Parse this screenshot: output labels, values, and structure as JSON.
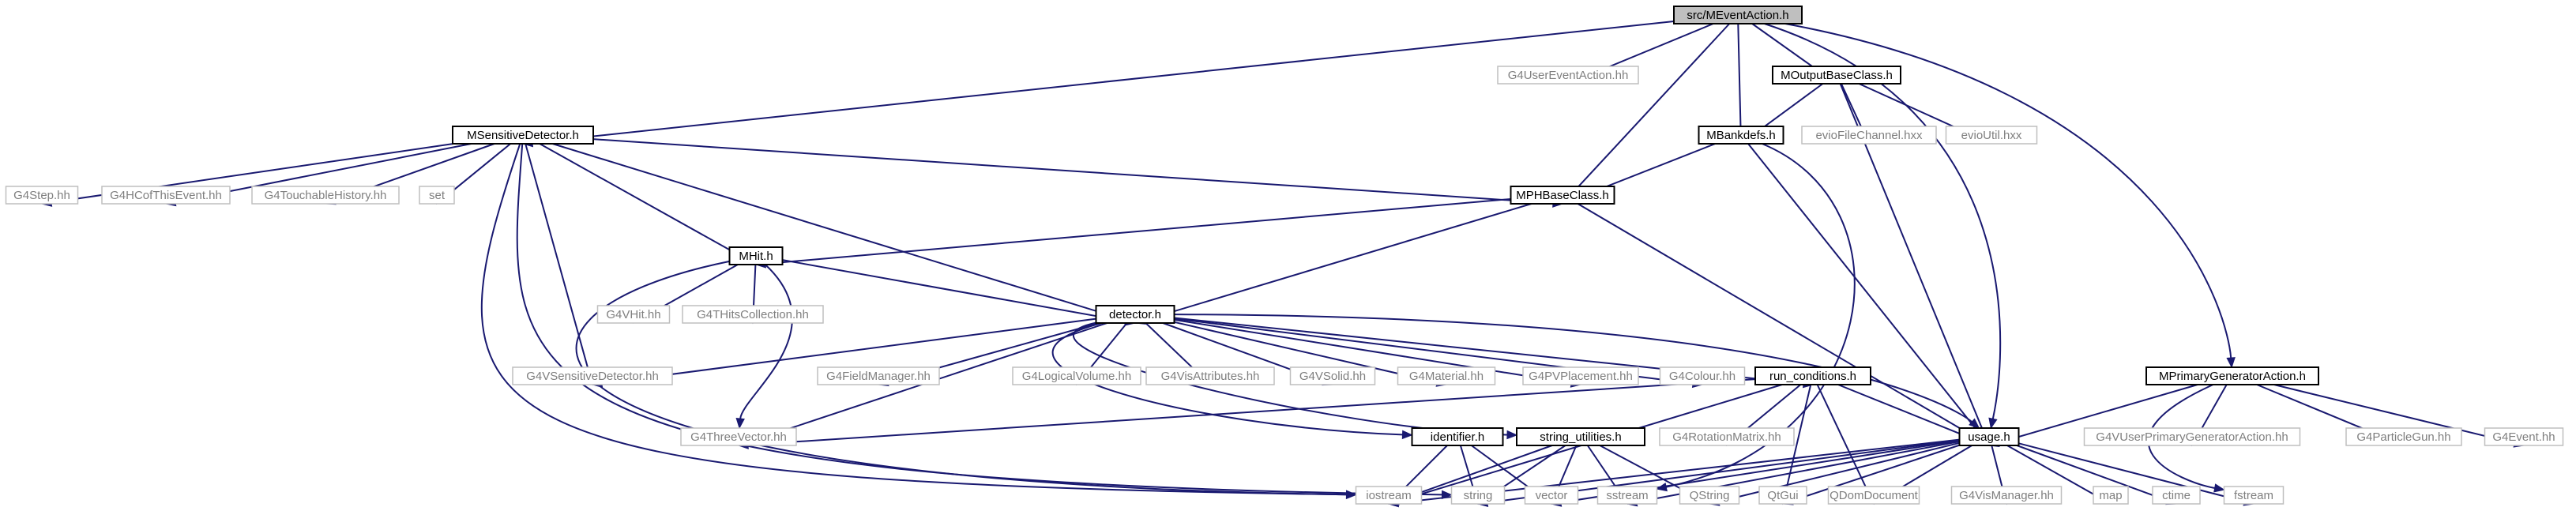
{
  "diagram": {
    "type": "include-dependency-graph",
    "colors": {
      "edge": "#191970",
      "root_fill": "#bfbfbf",
      "documented_border": "#000000",
      "external_border": "#bfbfbf",
      "external_text": "#7f7f7f"
    },
    "nodes": [
      {
        "id": "MEventAction",
        "label": "src/MEventAction.h",
        "kind": "root"
      },
      {
        "id": "G4UserEventAction",
        "label": "G4UserEventAction.hh",
        "kind": "ext"
      },
      {
        "id": "MOutputBaseClass",
        "label": "MOutputBaseClass.h",
        "kind": "doc"
      },
      {
        "id": "MSensitiveDetector",
        "label": "MSensitiveDetector.h",
        "kind": "doc"
      },
      {
        "id": "MBankdefs",
        "label": "MBankdefs.h",
        "kind": "doc"
      },
      {
        "id": "evioFileChannel",
        "label": "evioFileChannel.hxx",
        "kind": "ext"
      },
      {
        "id": "evioUtil",
        "label": "evioUtil.hxx",
        "kind": "ext"
      },
      {
        "id": "G4Step",
        "label": "G4Step.hh",
        "kind": "ext"
      },
      {
        "id": "G4HCofThisEvent",
        "label": "G4HCofThisEvent.hh",
        "kind": "ext"
      },
      {
        "id": "G4TouchableHistory",
        "label": "G4TouchableHistory.hh",
        "kind": "ext"
      },
      {
        "id": "set",
        "label": "set",
        "kind": "ext"
      },
      {
        "id": "MPHBaseClass",
        "label": "MPHBaseClass.h",
        "kind": "doc"
      },
      {
        "id": "MHit",
        "label": "MHit.h",
        "kind": "doc"
      },
      {
        "id": "G4VHit",
        "label": "G4VHit.hh",
        "kind": "ext"
      },
      {
        "id": "G4THitsCollection",
        "label": "G4THitsCollection.hh",
        "kind": "ext"
      },
      {
        "id": "detector",
        "label": "detector.h",
        "kind": "doc"
      },
      {
        "id": "G4VSensitiveDetector",
        "label": "G4VSensitiveDetector.hh",
        "kind": "ext"
      },
      {
        "id": "G4FieldManager",
        "label": "G4FieldManager.hh",
        "kind": "ext"
      },
      {
        "id": "G4LogicalVolume",
        "label": "G4LogicalVolume.hh",
        "kind": "ext"
      },
      {
        "id": "G4VisAttributes",
        "label": "G4VisAttributes.hh",
        "kind": "ext"
      },
      {
        "id": "G4VSolid",
        "label": "G4VSolid.hh",
        "kind": "ext"
      },
      {
        "id": "G4Material",
        "label": "G4Material.hh",
        "kind": "ext"
      },
      {
        "id": "G4PVPlacement",
        "label": "G4PVPlacement.hh",
        "kind": "ext"
      },
      {
        "id": "G4Colour",
        "label": "G4Colour.hh",
        "kind": "ext"
      },
      {
        "id": "run_conditions",
        "label": "run_conditions.h",
        "kind": "doc"
      },
      {
        "id": "MPrimaryGeneratorAction",
        "label": "MPrimaryGeneratorAction.h",
        "kind": "doc"
      },
      {
        "id": "G4ThreeVector",
        "label": "G4ThreeVector.hh",
        "kind": "ext"
      },
      {
        "id": "identifier",
        "label": "identifier.h",
        "kind": "doc"
      },
      {
        "id": "string_utilities",
        "label": "string_utilities.h",
        "kind": "doc"
      },
      {
        "id": "G4RotationMatrix",
        "label": "G4RotationMatrix.hh",
        "kind": "ext"
      },
      {
        "id": "usage",
        "label": "usage.h",
        "kind": "doc"
      },
      {
        "id": "G4VUserPrimaryGeneratorAction",
        "label": "G4VUserPrimaryGeneratorAction.hh",
        "kind": "ext"
      },
      {
        "id": "G4ParticleGun",
        "label": "G4ParticleGun.hh",
        "kind": "ext"
      },
      {
        "id": "G4Event",
        "label": "G4Event.hh",
        "kind": "ext"
      },
      {
        "id": "iostream",
        "label": "iostream",
        "kind": "ext"
      },
      {
        "id": "string",
        "label": "string",
        "kind": "ext"
      },
      {
        "id": "vector",
        "label": "vector",
        "kind": "ext"
      },
      {
        "id": "sstream",
        "label": "sstream",
        "kind": "ext"
      },
      {
        "id": "QString",
        "label": "QString",
        "kind": "ext"
      },
      {
        "id": "QtGui",
        "label": "QtGui",
        "kind": "ext"
      },
      {
        "id": "QDomDocument",
        "label": "QDomDocument",
        "kind": "ext"
      },
      {
        "id": "G4VisManager",
        "label": "G4VisManager.hh",
        "kind": "ext"
      },
      {
        "id": "map",
        "label": "map",
        "kind": "ext"
      },
      {
        "id": "ctime",
        "label": "ctime",
        "kind": "ext"
      },
      {
        "id": "fstream",
        "label": "fstream",
        "kind": "ext"
      }
    ],
    "edges": [
      [
        "MEventAction",
        "G4UserEventAction"
      ],
      [
        "MEventAction",
        "MOutputBaseClass"
      ],
      [
        "MEventAction",
        "MSensitiveDetector"
      ],
      [
        "MEventAction",
        "MBankdefs"
      ],
      [
        "MEventAction",
        "MPHBaseClass"
      ],
      [
        "MEventAction",
        "usage"
      ],
      [
        "MEventAction",
        "MPrimaryGeneratorAction"
      ],
      [
        "MOutputBaseClass",
        "MBankdefs"
      ],
      [
        "MOutputBaseClass",
        "evioFileChannel"
      ],
      [
        "MOutputBaseClass",
        "evioUtil"
      ],
      [
        "MOutputBaseClass",
        "usage"
      ],
      [
        "MSensitiveDetector",
        "G4Step"
      ],
      [
        "MSensitiveDetector",
        "G4HCofThisEvent"
      ],
      [
        "MSensitiveDetector",
        "G4TouchableHistory"
      ],
      [
        "MSensitiveDetector",
        "set"
      ],
      [
        "MSensitiveDetector",
        "MPHBaseClass"
      ],
      [
        "MSensitiveDetector",
        "MHit"
      ],
      [
        "MSensitiveDetector",
        "detector"
      ],
      [
        "MSensitiveDetector",
        "G4VSensitiveDetector"
      ],
      [
        "MSensitiveDetector",
        "iostream"
      ],
      [
        "MSensitiveDetector",
        "string"
      ],
      [
        "MBankdefs",
        "MPHBaseClass"
      ],
      [
        "MBankdefs",
        "usage"
      ],
      [
        "MBankdefs",
        "sstream"
      ],
      [
        "MPHBaseClass",
        "MHit"
      ],
      [
        "MPHBaseClass",
        "detector"
      ],
      [
        "MPHBaseClass",
        "usage"
      ],
      [
        "MHit",
        "G4VHit"
      ],
      [
        "MHit",
        "G4THitsCollection"
      ],
      [
        "MHit",
        "detector"
      ],
      [
        "MHit",
        "G4ThreeVector"
      ],
      [
        "MHit",
        "iostream"
      ],
      [
        "detector",
        "G4VSensitiveDetector"
      ],
      [
        "detector",
        "G4FieldManager"
      ],
      [
        "detector",
        "G4LogicalVolume"
      ],
      [
        "detector",
        "G4VisAttributes"
      ],
      [
        "detector",
        "G4VSolid"
      ],
      [
        "detector",
        "G4Material"
      ],
      [
        "detector",
        "G4PVPlacement"
      ],
      [
        "detector",
        "G4Colour"
      ],
      [
        "detector",
        "run_conditions"
      ],
      [
        "detector",
        "usage"
      ],
      [
        "detector",
        "G4ThreeVector"
      ],
      [
        "detector",
        "identifier"
      ],
      [
        "detector",
        "string_utilities"
      ],
      [
        "run_conditions",
        "G4ThreeVector"
      ],
      [
        "run_conditions",
        "G4RotationMatrix"
      ],
      [
        "run_conditions",
        "usage"
      ],
      [
        "run_conditions",
        "iostream"
      ],
      [
        "run_conditions",
        "QtGui"
      ],
      [
        "run_conditions",
        "QDomDocument"
      ],
      [
        "identifier",
        "iostream"
      ],
      [
        "identifier",
        "string"
      ],
      [
        "identifier",
        "vector"
      ],
      [
        "string_utilities",
        "iostream"
      ],
      [
        "string_utilities",
        "string"
      ],
      [
        "string_utilities",
        "vector"
      ],
      [
        "string_utilities",
        "sstream"
      ],
      [
        "string_utilities",
        "QString"
      ],
      [
        "usage",
        "iostream"
      ],
      [
        "usage",
        "string"
      ],
      [
        "usage",
        "vector"
      ],
      [
        "usage",
        "sstream"
      ],
      [
        "usage",
        "QString"
      ],
      [
        "usage",
        "QtGui"
      ],
      [
        "usage",
        "QDomDocument"
      ],
      [
        "usage",
        "G4VisManager"
      ],
      [
        "usage",
        "map"
      ],
      [
        "usage",
        "ctime"
      ],
      [
        "usage",
        "fstream"
      ],
      [
        "MPrimaryGeneratorAction",
        "usage"
      ],
      [
        "MPrimaryGeneratorAction",
        "G4VUserPrimaryGeneratorAction"
      ],
      [
        "MPrimaryGeneratorAction",
        "G4ParticleGun"
      ],
      [
        "MPrimaryGeneratorAction",
        "G4Event"
      ],
      [
        "MPrimaryGeneratorAction",
        "fstream"
      ]
    ]
  }
}
